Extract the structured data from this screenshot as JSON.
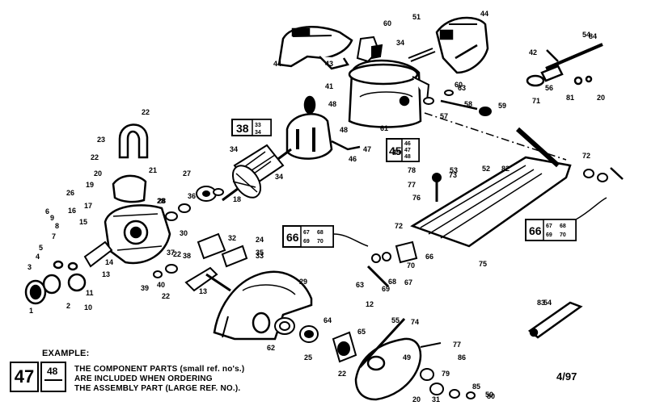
{
  "diagram": {
    "date_code": "4/97",
    "legend": {
      "title": "EXAMPLE:",
      "large_ref": "47",
      "small_ref": "48",
      "lines": [
        "THE COMPONENT PARTS (small ref. no's.)",
        "ARE INCLUDED WHEN ORDERING",
        "THE ASSEMBLY PART (LARGE REF. NO.)."
      ]
    },
    "assembly_boxes": [
      {
        "id": "box-38",
        "large": "38",
        "small": [
          "33",
          "34"
        ]
      },
      {
        "id": "box-45",
        "large": "45",
        "small": [
          "46",
          "47",
          "48"
        ]
      },
      {
        "id": "box-66-left",
        "large": "66",
        "small": [
          "67",
          "68",
          "69",
          "70"
        ]
      },
      {
        "id": "box-66-right",
        "large": "66",
        "small": [
          "67",
          "68",
          "69",
          "70"
        ]
      }
    ],
    "callouts": [
      "1",
      "2",
      "3",
      "4",
      "5",
      "6",
      "7",
      "8",
      "9",
      "10",
      "11",
      "12",
      "13",
      "13",
      "14",
      "15",
      "16",
      "17",
      "18",
      "19",
      "20",
      "20",
      "20",
      "21",
      "22",
      "22",
      "22",
      "22",
      "22",
      "23",
      "24",
      "25",
      "26",
      "27",
      "28",
      "28",
      "29",
      "30",
      "31",
      "32",
      "33",
      "34",
      "34",
      "34",
      "35",
      "36",
      "37",
      "38",
      "39",
      "40",
      "41",
      "42",
      "43",
      "44",
      "44",
      "45",
      "46",
      "47",
      "48",
      "48",
      "49",
      "50",
      "51",
      "52",
      "53",
      "54",
      "54",
      "55",
      "56",
      "57",
      "58",
      "59",
      "60",
      "60",
      "61",
      "62",
      "63",
      "63",
      "64",
      "65",
      "66",
      "67",
      "68",
      "69",
      "70",
      "71",
      "72",
      "72",
      "73",
      "74",
      "75",
      "76",
      "77",
      "77",
      "78",
      "79",
      "80",
      "81",
      "82",
      "83",
      "84",
      "85",
      "86"
    ],
    "parts": [
      "upper-guard",
      "lower-guard",
      "motor-housing",
      "field-assembly",
      "armature",
      "gear-case",
      "handle",
      "shoe",
      "depth-bracket",
      "saw-blade-washer",
      "blade-clamp",
      "bevel-lever",
      "guard-lever"
    ]
  }
}
